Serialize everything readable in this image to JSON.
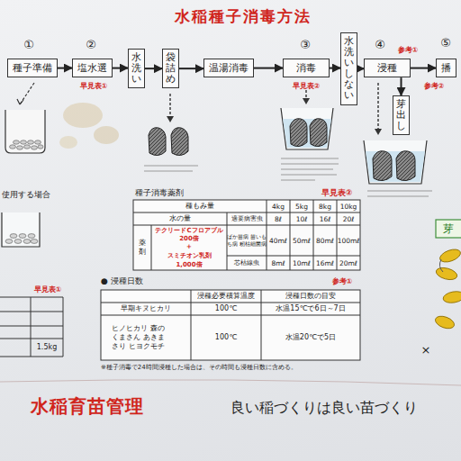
{
  "diagram": {
    "title": "水稲種子消毒方法",
    "nodes": [
      {
        "text": [
          "種子準備"
        ]
      },
      {
        "text": [
          "塩水選"
        ]
      },
      {
        "text": [
          "水洗い"
        ]
      },
      {
        "text": [
          "袋詰め"
        ]
      },
      {
        "text": [
          "温湯消毒"
        ]
      },
      {
        "text": [
          "消毒"
        ]
      },
      {
        "text": [
          "水洗いしない"
        ]
      },
      {
        "text": [
          "浸種"
        ]
      },
      {
        "text": [
          "芽出し"
        ]
      },
      {
        "text": [
          "播"
        ]
      }
    ],
    "edges": [
      {
        "from": 0,
        "to": 1,
        "arrow": "to"
      },
      {
        "from": 1,
        "to": 2,
        "arrow": "to"
      },
      {
        "from": 2,
        "to": 3,
        "arrow": "to"
      },
      {
        "from": 3,
        "to": 4,
        "arrow": "to"
      },
      {
        "from": 4,
        "to": 5,
        "arrow": "to"
      },
      {
        "from": 5,
        "to": 6,
        "arrow": "to"
      },
      {
        "from": 6,
        "to": 7,
        "arrow": "to"
      },
      {
        "from": 7,
        "to": 9,
        "arrow": "to"
      },
      {
        "from": 7,
        "to": 8,
        "arrow": "to"
      }
    ],
    "labels": [
      "①",
      "②",
      "早見表①",
      "③",
      "早見表②",
      "④",
      "参考①",
      "参考②",
      "⑤",
      "使用する場合",
      "早見表①",
      "1.5kg",
      "種子消毒薬剤",
      "早見表②",
      "種もみ量",
      "4kg",
      "5kg",
      "8kg",
      "10kg",
      "水の量",
      "適要病害虫",
      "8ℓ",
      "10ℓ",
      "16ℓ",
      "20ℓ",
      "薬剤",
      "テクリードCフロアブル",
      "200倍",
      "+",
      "スミチオン乳剤",
      "1,000倍",
      "ばか苗病 苗いもち病 籾枯細菌病",
      "40mℓ",
      "50mℓ",
      "80mℓ",
      "100mℓ",
      "芯枯線虫",
      "8mℓ",
      "10mℓ",
      "16mℓ",
      "20mℓ",
      "● 浸種日数",
      "参考①",
      "浸種必要積算温度",
      "浸種日数の目安",
      "早期キヌヒカリ",
      "100℃",
      "水温15℃で6日～7日",
      "ヒノヒカリ 森のくまさん あきまさり ヒヨクモチ",
      "100℃",
      "水温20℃で5日",
      "※種子消毒で24時間浸種した場合は、その時間も浸種日数に含める。",
      "水稲育苗管理",
      "良い稲づくりは良い苗づくり",
      "芽",
      "×"
    ]
  }
}
